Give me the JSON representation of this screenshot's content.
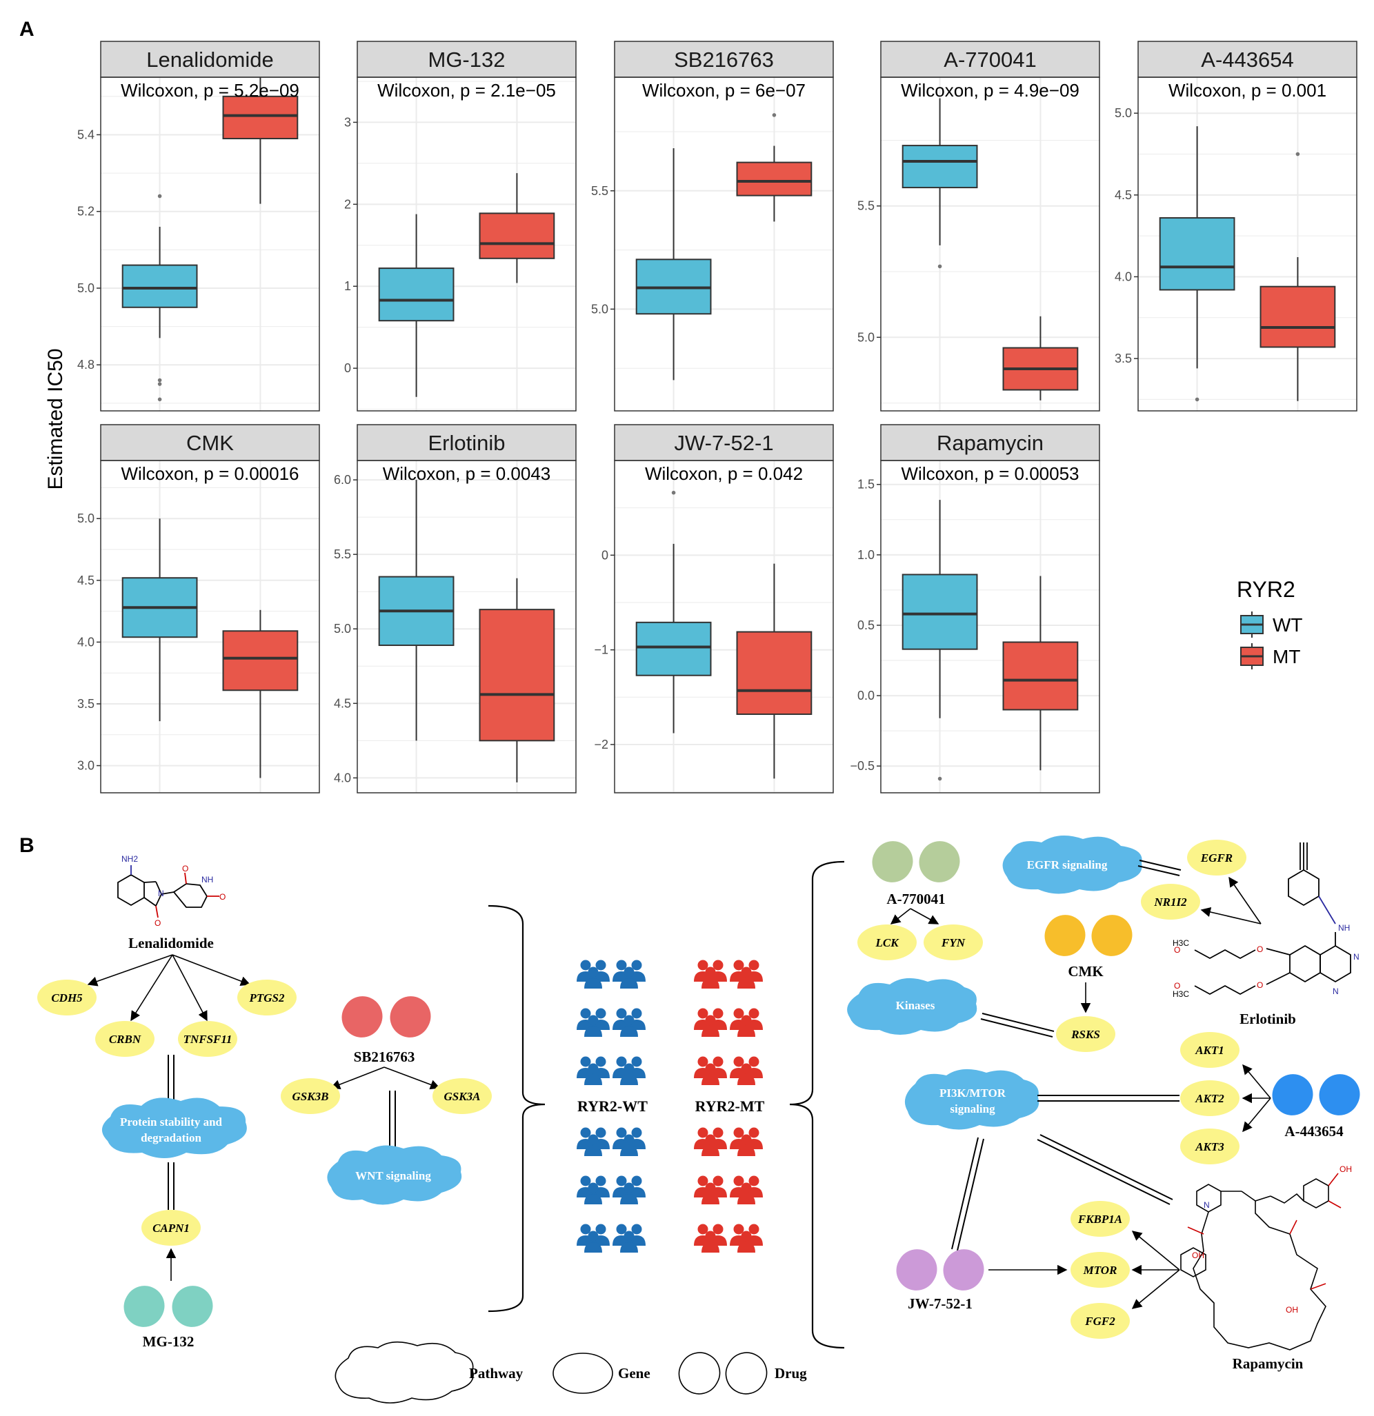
{
  "panel_a_letter": "A",
  "panel_b_letter": "B",
  "y_axis_label": "Estimated IC50",
  "colors": {
    "wt": "#56bcd6",
    "mt": "#e8574a",
    "gene": "#fbf48a",
    "pathway": "#5cb8e8",
    "grid": "#ebebeb",
    "strip": "#d9d9d9"
  },
  "chart_data": [
    {
      "type": "box",
      "title": "Lenalidomide",
      "annotation": "Wilcoxon, p = 5.2e−09",
      "ylim": [
        4.68,
        5.55
      ],
      "yticks": [
        {
          "v": 4.8,
          "l": "4.8"
        },
        {
          "v": 5.0,
          "l": "5.0"
        },
        {
          "v": 5.2,
          "l": "5.2"
        },
        {
          "v": 5.4,
          "l": "5.4"
        }
      ],
      "groups": [
        {
          "name": "WT",
          "q1": 4.95,
          "median": 5.0,
          "q3": 5.06,
          "whisker_low": 4.87,
          "whisker_high": 5.16,
          "outliers": [
            5.24,
            4.76,
            4.75,
            4.71
          ]
        },
        {
          "name": "MT",
          "q1": 5.39,
          "median": 5.45,
          "q3": 5.5,
          "whisker_low": 5.22,
          "whisker_high": 5.55,
          "outliers": []
        }
      ]
    },
    {
      "type": "box",
      "title": "MG-132",
      "annotation": "Wilcoxon, p = 2.1e−05",
      "ylim": [
        -0.52,
        3.55
      ],
      "yticks": [
        {
          "v": 0,
          "l": "0"
        },
        {
          "v": 1,
          "l": "1"
        },
        {
          "v": 2,
          "l": "2"
        },
        {
          "v": 3,
          "l": "3"
        }
      ],
      "groups": [
        {
          "name": "WT",
          "q1": 0.58,
          "median": 0.83,
          "q3": 1.22,
          "whisker_low": -0.35,
          "whisker_high": 1.88,
          "outliers": []
        },
        {
          "name": "MT",
          "q1": 1.34,
          "median": 1.52,
          "q3": 1.89,
          "whisker_low": 1.04,
          "whisker_high": 2.38,
          "outliers": []
        }
      ]
    },
    {
      "type": "box",
      "title": "SB216763",
      "annotation": "Wilcoxon, p = 6e−07",
      "ylim": [
        4.57,
        5.98
      ],
      "yticks": [
        {
          "v": 5.0,
          "l": "5.0"
        },
        {
          "v": 5.5,
          "l": "5.5"
        }
      ],
      "groups": [
        {
          "name": "WT",
          "q1": 4.98,
          "median": 5.09,
          "q3": 5.21,
          "whisker_low": 4.7,
          "whisker_high": 5.68,
          "outliers": []
        },
        {
          "name": "MT",
          "q1": 5.48,
          "median": 5.54,
          "q3": 5.62,
          "whisker_low": 5.37,
          "whisker_high": 5.69,
          "outliers": [
            5.82
          ]
        }
      ]
    },
    {
      "type": "box",
      "title": "A-770041",
      "annotation": "Wilcoxon, p = 4.9e−09",
      "ylim": [
        4.72,
        5.99
      ],
      "yticks": [
        {
          "v": 5.0,
          "l": "5.0"
        },
        {
          "v": 5.5,
          "l": "5.5"
        }
      ],
      "groups": [
        {
          "name": "WT",
          "q1": 5.57,
          "median": 5.67,
          "q3": 5.73,
          "whisker_low": 5.35,
          "whisker_high": 5.91,
          "outliers": [
            5.27
          ]
        },
        {
          "name": "MT",
          "q1": 4.8,
          "median": 4.88,
          "q3": 4.96,
          "whisker_low": 4.76,
          "whisker_high": 5.08,
          "outliers": []
        }
      ]
    },
    {
      "type": "box",
      "title": "A-443654",
      "annotation": "Wilcoxon, p = 0.001",
      "ylim": [
        3.18,
        5.22
      ],
      "yticks": [
        {
          "v": 3.5,
          "l": "3.5"
        },
        {
          "v": 4.0,
          "l": "4.0"
        },
        {
          "v": 4.5,
          "l": "4.5"
        },
        {
          "v": 5.0,
          "l": "5.0"
        }
      ],
      "groups": [
        {
          "name": "WT",
          "q1": 3.92,
          "median": 4.06,
          "q3": 4.36,
          "whisker_low": 3.44,
          "whisker_high": 4.92,
          "outliers": [
            3.25
          ]
        },
        {
          "name": "MT",
          "q1": 3.57,
          "median": 3.69,
          "q3": 3.94,
          "whisker_low": 3.24,
          "whisker_high": 4.12,
          "outliers": [
            4.75
          ]
        }
      ]
    },
    {
      "type": "box",
      "title": "CMK",
      "annotation": "Wilcoxon, p = 0.00016",
      "ylim": [
        2.78,
        5.47
      ],
      "yticks": [
        {
          "v": 3.0,
          "l": "3.0"
        },
        {
          "v": 3.5,
          "l": "3.5"
        },
        {
          "v": 4.0,
          "l": "4.0"
        },
        {
          "v": 4.5,
          "l": "4.5"
        },
        {
          "v": 5.0,
          "l": "5.0"
        }
      ],
      "groups": [
        {
          "name": "WT",
          "q1": 4.04,
          "median": 4.28,
          "q3": 4.52,
          "whisker_low": 3.36,
          "whisker_high": 5.0,
          "outliers": []
        },
        {
          "name": "MT",
          "q1": 3.61,
          "median": 3.87,
          "q3": 4.09,
          "whisker_low": 2.9,
          "whisker_high": 4.26,
          "outliers": []
        }
      ]
    },
    {
      "type": "box",
      "title": "Erlotinib",
      "annotation": "Wilcoxon, p = 0.0043",
      "ylim": [
        3.9,
        6.13
      ],
      "yticks": [
        {
          "v": 4.0,
          "l": "4.0"
        },
        {
          "v": 4.5,
          "l": "4.5"
        },
        {
          "v": 5.0,
          "l": "5.0"
        },
        {
          "v": 5.5,
          "l": "5.5"
        },
        {
          "v": 6.0,
          "l": "6.0"
        }
      ],
      "groups": [
        {
          "name": "WT",
          "q1": 4.89,
          "median": 5.12,
          "q3": 5.35,
          "whisker_low": 4.25,
          "whisker_high": 6.0,
          "outliers": []
        },
        {
          "name": "MT",
          "q1": 4.25,
          "median": 4.56,
          "q3": 5.13,
          "whisker_low": 3.97,
          "whisker_high": 5.34,
          "outliers": []
        }
      ]
    },
    {
      "type": "box",
      "title": "JW-7-52-1",
      "annotation": "Wilcoxon, p = 0.042",
      "ylim": [
        -2.51,
        1.0
      ],
      "yticks": [
        {
          "v": -2,
          "l": "−2"
        },
        {
          "v": -1,
          "l": "−1"
        },
        {
          "v": 0,
          "l": "0"
        }
      ],
      "groups": [
        {
          "name": "WT",
          "q1": -1.27,
          "median": -0.97,
          "q3": -0.71,
          "whisker_low": -1.88,
          "whisker_high": 0.12,
          "outliers": [
            0.66
          ]
        },
        {
          "name": "MT",
          "q1": -1.68,
          "median": -1.43,
          "q3": -0.81,
          "whisker_low": -2.36,
          "whisker_high": -0.09,
          "outliers": []
        }
      ]
    },
    {
      "type": "box",
      "title": "Rapamycin",
      "annotation": "Wilcoxon, p = 0.00053",
      "ylim": [
        -0.69,
        1.67
      ],
      "yticks": [
        {
          "v": -0.5,
          "l": "−0.5"
        },
        {
          "v": 0.0,
          "l": "0.0"
        },
        {
          "v": 0.5,
          "l": "0.5"
        },
        {
          "v": 1.0,
          "l": "1.0"
        },
        {
          "v": 1.5,
          "l": "1.5"
        }
      ],
      "groups": [
        {
          "name": "WT",
          "q1": 0.33,
          "median": 0.58,
          "q3": 0.86,
          "whisker_low": -0.16,
          "whisker_high": 1.39,
          "outliers": [
            -0.59
          ]
        },
        {
          "name": "MT",
          "q1": -0.1,
          "median": 0.11,
          "q3": 0.38,
          "whisker_low": -0.53,
          "whisker_high": 0.85,
          "outliers": []
        }
      ]
    }
  ],
  "legend": {
    "title": "RYR2",
    "items": [
      "WT",
      "MT"
    ]
  },
  "panel_b": {
    "drugs": {
      "lenalidomide": "Lenalidomide",
      "mg132": "MG-132",
      "sb216763": "SB216763",
      "a770041": "A-770041",
      "cmk": "CMK",
      "erlotinib": "Erlotinib",
      "a443654": "A-443654",
      "jw7521": "JW-7-52-1",
      "rapamycin": "Rapamycin"
    },
    "genes": {
      "cdh5": "CDH5",
      "crbn": "CRBN",
      "tnfsf11": "TNFSF11",
      "ptgs2": "PTGS2",
      "capn1": "CAPN1",
      "gsk3b": "GSK3B",
      "gsk3a": "GSK3A",
      "lck": "LCK",
      "fyn": "FYN",
      "egfr": "EGFR",
      "nr1i2": "NR1I2",
      "rsks": "RSKS",
      "akt1": "AKT1",
      "akt2": "AKT2",
      "akt3": "AKT3",
      "fkbp1a": "FKBP1A",
      "mtor": "MTOR",
      "fgf2": "FGF2"
    },
    "pathways": {
      "protein_line1": "Protein stability and",
      "protein_line2": "degradation",
      "wnt": "WNT signaling",
      "egfr": "EGFR signaling",
      "kinases": "Kinases",
      "pi3k_line1": "PI3K/MTOR",
      "pi3k_line2": "signaling"
    },
    "groups": {
      "wt": "RYR2-WT",
      "mt": "RYR2-MT"
    },
    "key": {
      "pathway": "Pathway",
      "gene": "Gene",
      "drug": "Drug"
    },
    "chem_labels": {
      "nh2": "NH2",
      "nh": "NH",
      "n": "N",
      "o": "O",
      "oh": "OH",
      "h3c": "H3C"
    }
  }
}
